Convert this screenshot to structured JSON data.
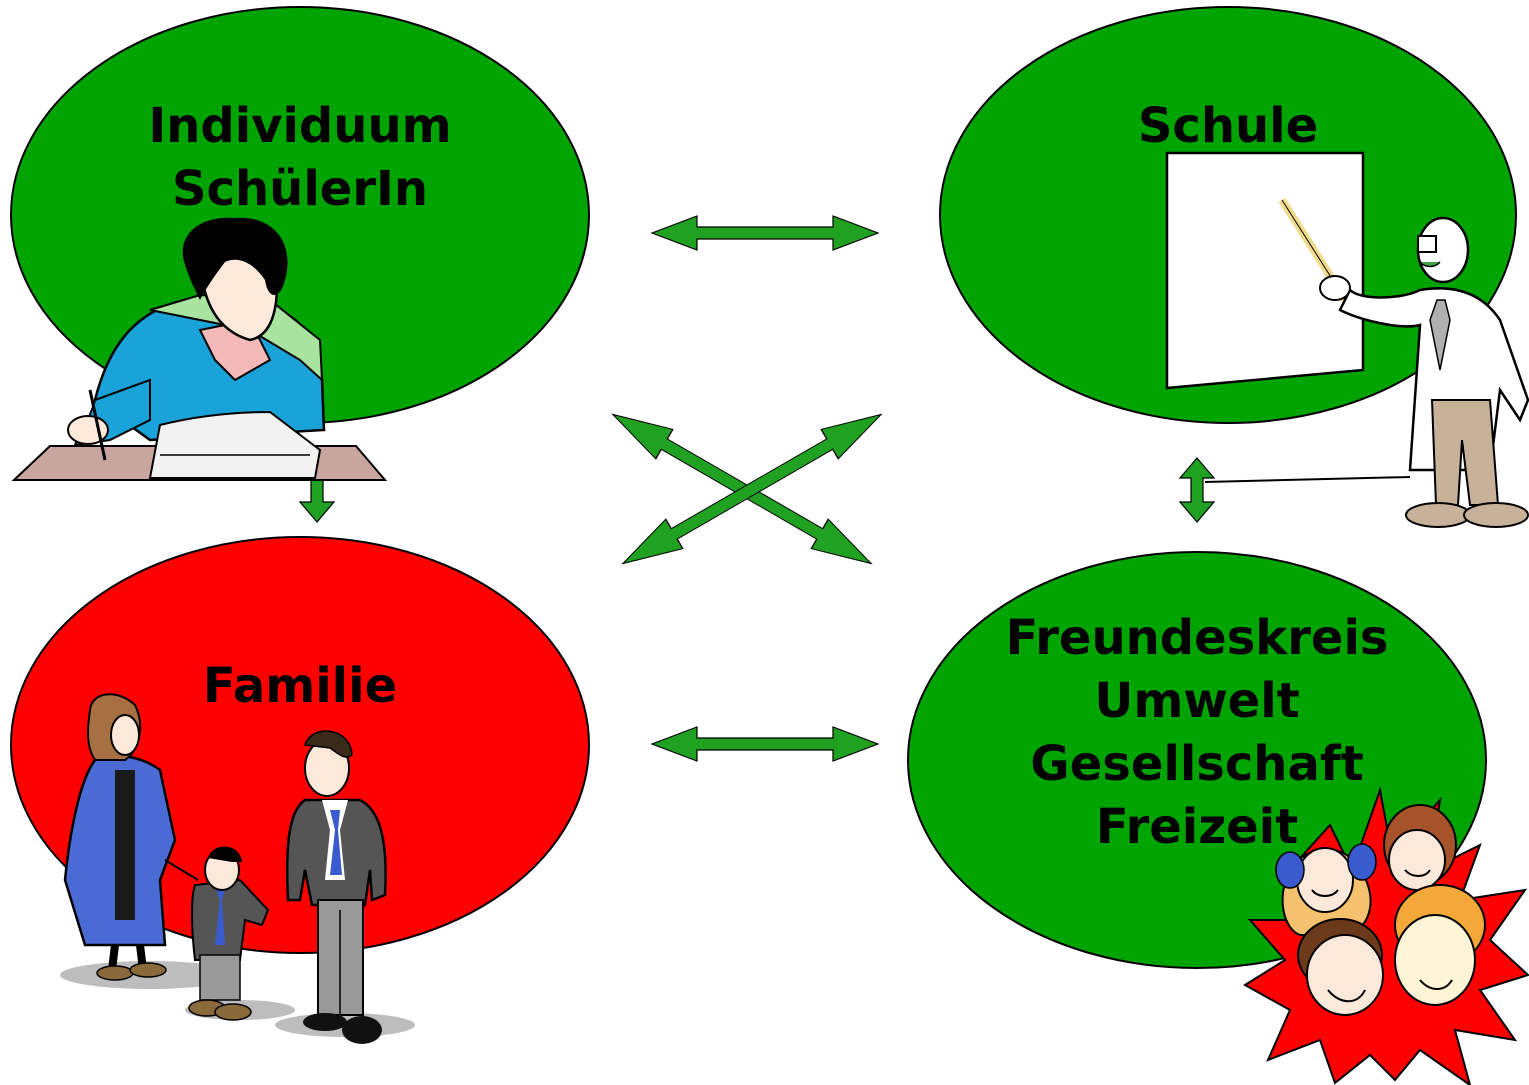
{
  "colors": {
    "ellipse_green": "#00a400",
    "ellipse_red": "#ff0000",
    "arrow_green": "#21a121",
    "outline": "#000000",
    "background": "#ffffff"
  },
  "nodes": {
    "individuum": {
      "lines": [
        "Individuum",
        "SchülerIn"
      ],
      "fill": "green"
    },
    "schule": {
      "lines": [
        "Schule"
      ],
      "fill": "green"
    },
    "familie": {
      "lines": [
        "Familie"
      ],
      "fill": "red"
    },
    "freundeskreis": {
      "lines": [
        "Freundeskreis",
        "Umwelt",
        "Gesellschaft",
        "Freizeit"
      ],
      "fill": "green"
    }
  },
  "arrows": [
    {
      "from": "individuum",
      "to": "schule"
    },
    {
      "from": "familie",
      "to": "freundeskreis"
    },
    {
      "from": "individuum",
      "to": "freundeskreis"
    },
    {
      "from": "familie",
      "to": "schule"
    },
    {
      "from": "individuum",
      "to": "familie"
    },
    {
      "from": "schule",
      "to": "freundeskreis"
    }
  ],
  "icons": [
    "student-writing-icon",
    "teacher-pointing-icon",
    "family-icon",
    "children-faces-icon"
  ]
}
